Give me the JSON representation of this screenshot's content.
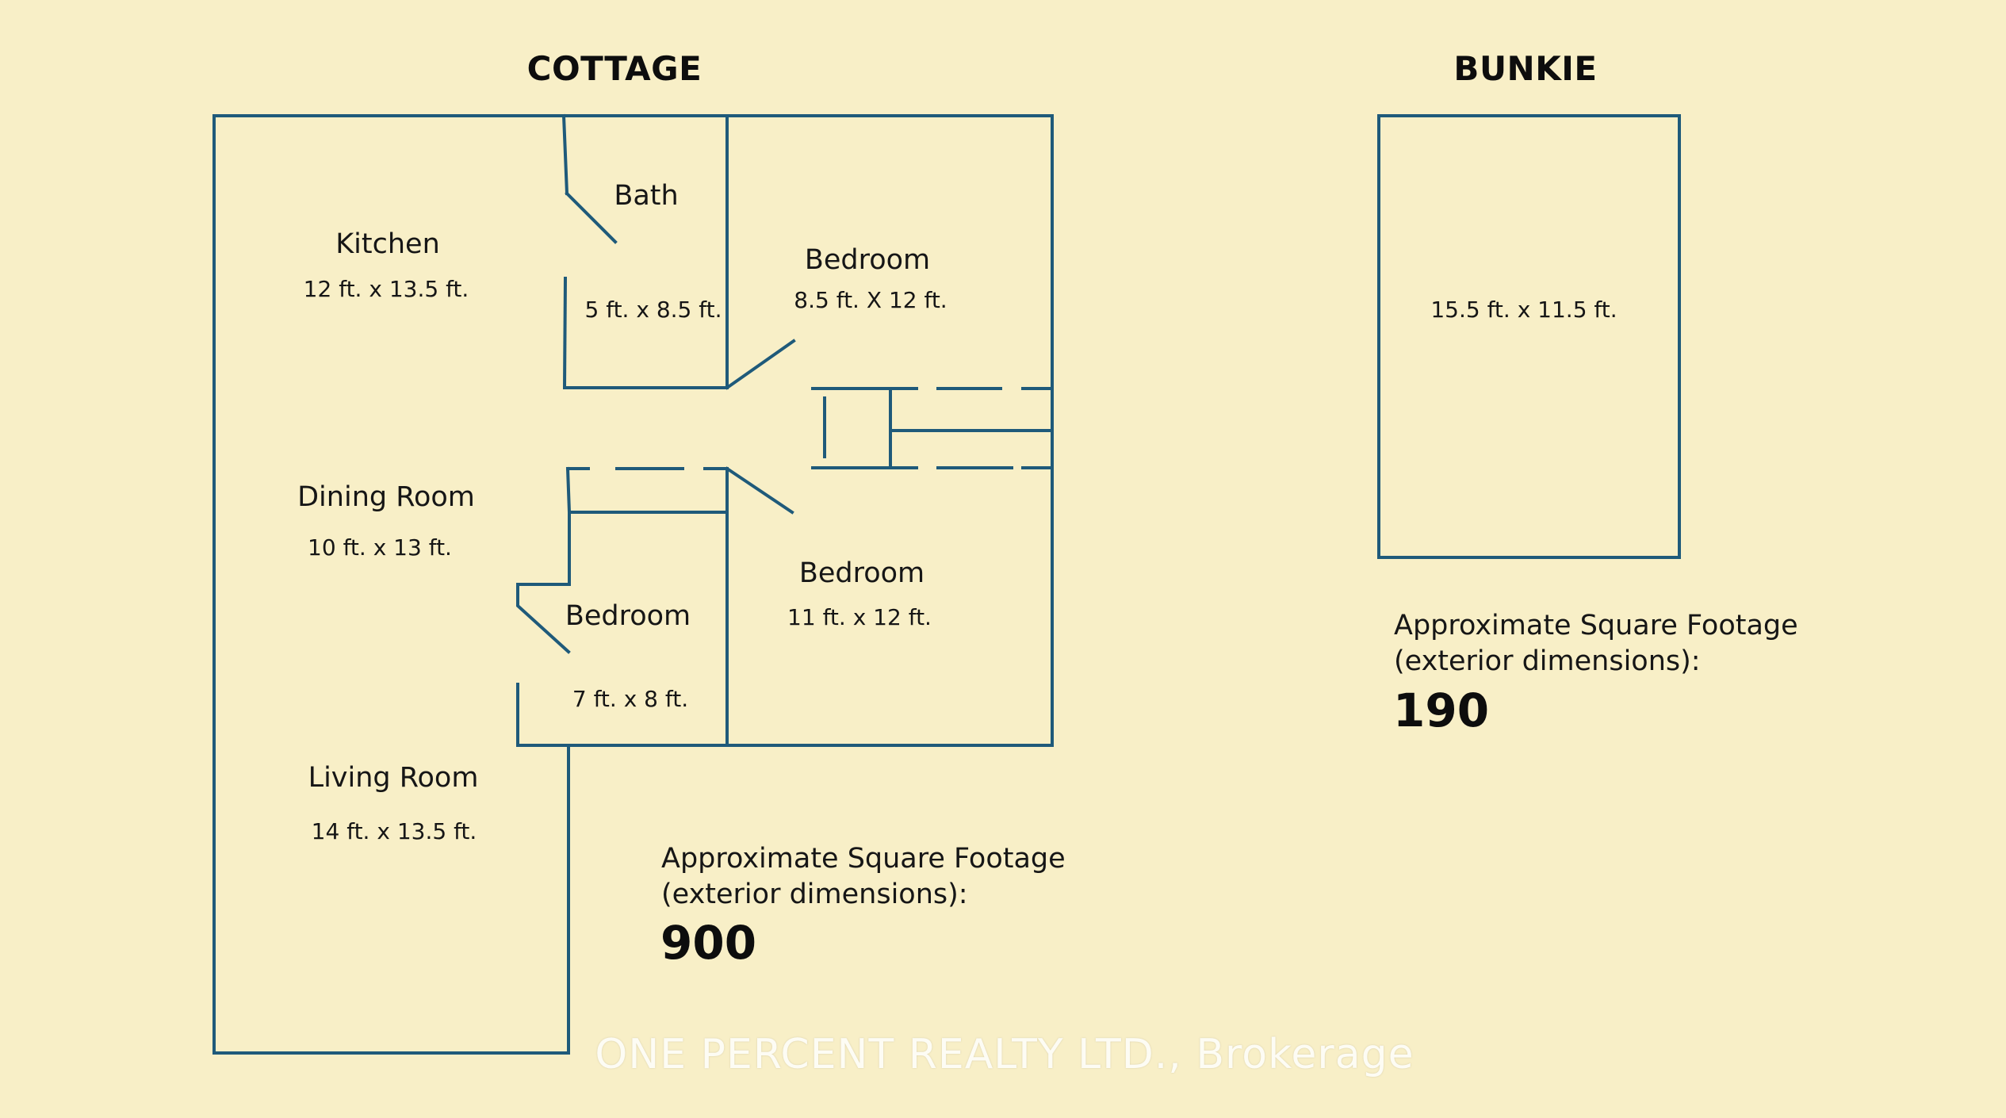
{
  "cottage": {
    "title": "COTTAGE",
    "rooms": {
      "kitchen": {
        "name": "Kitchen",
        "dims": "12 ft. x 13.5 ft."
      },
      "bath": {
        "name": "Bath",
        "dims": "5 ft. x 8.5 ft."
      },
      "bedroom_ne": {
        "name": "Bedroom",
        "dims": "8.5 ft.  X 12 ft."
      },
      "dining": {
        "name": "Dining Room",
        "dims": "10 ft. x 13 ft."
      },
      "bedroom_small": {
        "name": "Bedroom",
        "dims": "7 ft. x 8 ft."
      },
      "bedroom_se": {
        "name": "Bedroom",
        "dims": "11 ft. x 12 ft."
      },
      "living": {
        "name": "Living Room",
        "dims": "14 ft. x 13.5 ft."
      }
    },
    "footage_label_1": "Approximate Square Footage",
    "footage_label_2": "(exterior dimensions):",
    "footage_value": "900"
  },
  "bunkie": {
    "title": "BUNKIE",
    "dims": "15.5 ft. x 11.5 ft.",
    "footage_label_1": "Approximate Square Footage",
    "footage_label_2": "(exterior dimensions):",
    "footage_value": "190"
  },
  "watermark": "ONE PERCENT REALTY LTD., Brokerage",
  "colors": {
    "background": "#f8efc7",
    "wall": "#1f5a7a"
  }
}
